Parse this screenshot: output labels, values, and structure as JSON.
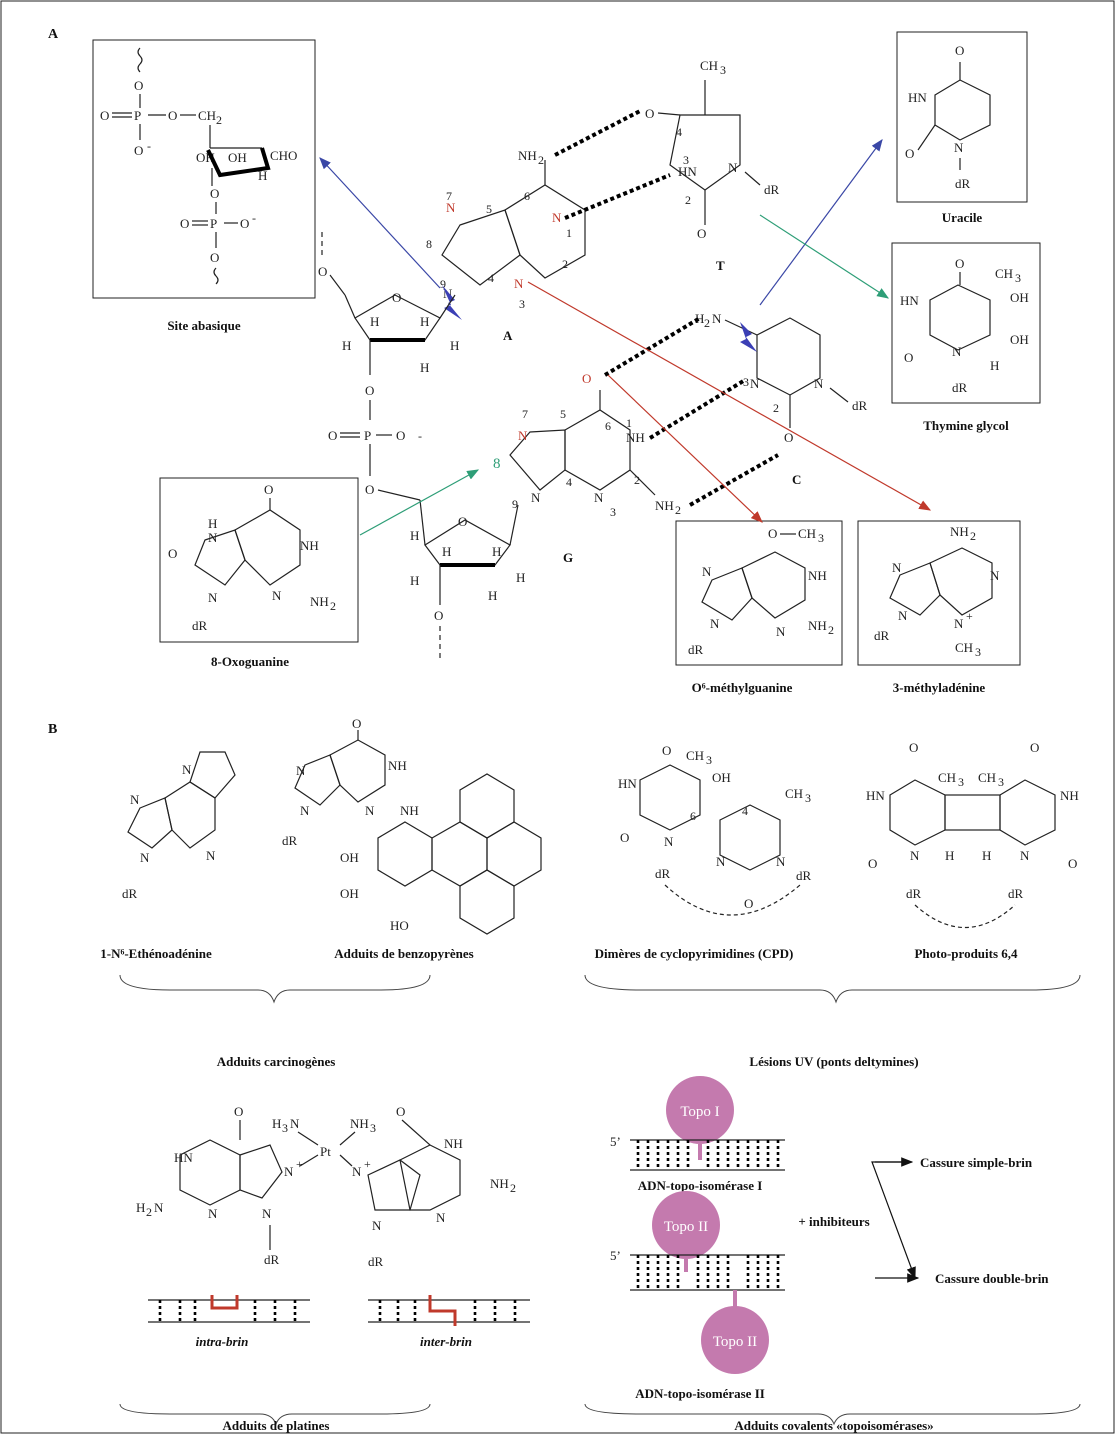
{
  "panel_a": {
    "letter": "A",
    "bases": {
      "adenine": "A",
      "thymine": "T",
      "guanine": "G",
      "cytosine": "C"
    },
    "captions": {
      "abasic": "Site abasique",
      "uracil": "Uracile",
      "thymine_glycol": "Thymine glycol",
      "oxoguanine": "8-Oxoguanine",
      "o6_methylguanine": "O⁶-méthylguanine",
      "methyladenine": "3-méthyladénine"
    },
    "ring_numbers": {
      "adenine": [
        "7",
        "5",
        "6",
        "1",
        "2",
        "3",
        "4",
        "9",
        "8"
      ],
      "thymine": [
        "4",
        "3",
        "2"
      ],
      "guanine": [
        "7",
        "5",
        "6",
        "1",
        "2",
        "3",
        "4",
        "9"
      ],
      "cytosine": [
        "3",
        "2"
      ]
    },
    "highlight_8": "8",
    "colors": {
      "red": "#c0392b",
      "blue": "#3a47a6",
      "green": "#2e9e77",
      "lightning": "#3b3fb5"
    }
  },
  "panel_b": {
    "letter": "B",
    "captions": {
      "ethenoadenine": "1-N⁶-Ethénoadénine",
      "benzopyrene": "Adduits de benzopyrènes",
      "cpd": "Dimères de cyclopyrimidines  (CPD)",
      "photo64": "Photo-produits 6,4"
    },
    "group_labels": {
      "carcinogens": "Adduits carcinogènes",
      "uv": "Lésions UV (ponts deltymines)",
      "platinum": "Adduits de platines",
      "topo": "Adduits covalents «topoisomérases»"
    },
    "cpd_numbers": [
      "6",
      "4"
    ],
    "platinum": {
      "intra": "intra-brin",
      "inter": "inter-brin"
    },
    "topo": {
      "topo1": "Topo I",
      "topo2": "Topo II",
      "prime": "5’",
      "dna1": "ADN-topo-isomérase I",
      "dna2": "ADN-topo-isomérase II",
      "inhibitors": "+ inhibiteurs",
      "single": "Cassure simple-brin",
      "double": "Cassure double-brin",
      "color": "#c47aae"
    }
  }
}
